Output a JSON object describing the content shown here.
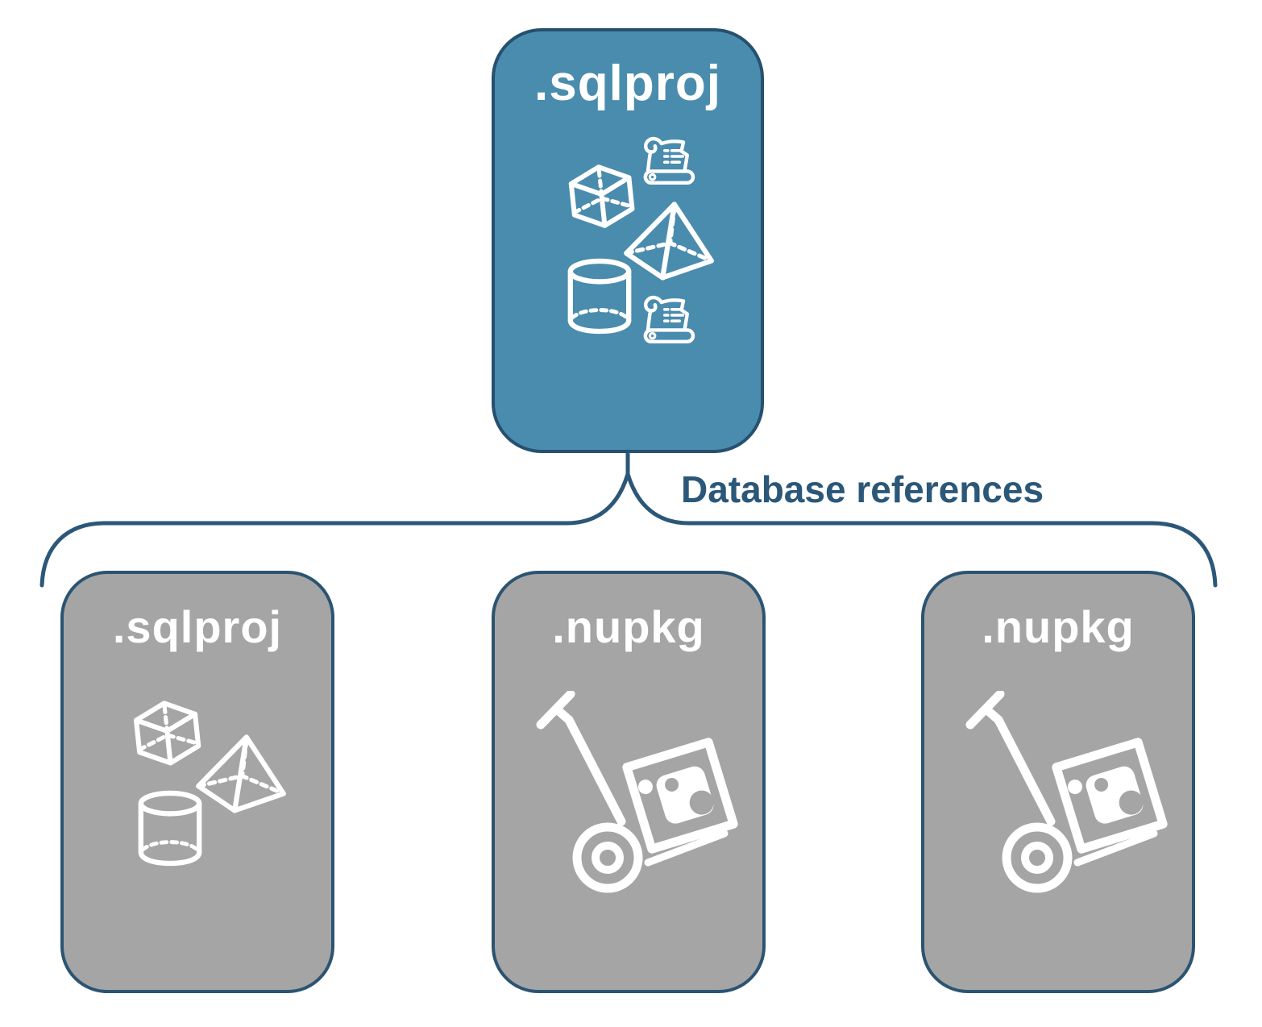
{
  "diagram": {
    "root_card": {
      "label": ".sqlproj",
      "icons": [
        "scroll-icon",
        "cube-icon",
        "pyramid-icon",
        "cylinder-icon",
        "scroll-icon"
      ]
    },
    "connector": {
      "label": "Database references"
    },
    "child_cards": [
      {
        "label": ".sqlproj",
        "icons": [
          "cube-icon",
          "pyramid-icon",
          "cylinder-icon"
        ]
      },
      {
        "label": ".nupkg",
        "icons": [
          "handtruck-package-icon"
        ]
      },
      {
        "label": ".nupkg",
        "icons": [
          "handtruck-package-icon"
        ]
      }
    ],
    "colors": {
      "root_card_fill": "#4A8CAD",
      "root_card_border": "#26506F",
      "child_card_fill": "#A5A5A5",
      "child_card_border": "#2B5472",
      "connector_stroke": "#2B5778",
      "connector_label_color": "#2B5778",
      "card_label_color": "#FFFFFF",
      "icon_color": "#FFFFFF"
    }
  }
}
